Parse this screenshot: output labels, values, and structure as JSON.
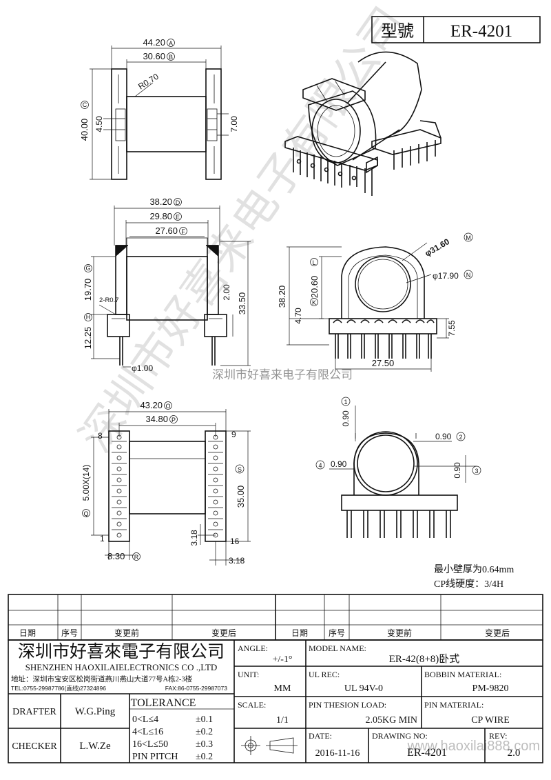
{
  "header": {
    "model_label": "型號",
    "model_value": "ER-4201"
  },
  "dims": {
    "d44": "44.20",
    "d30": "30.60",
    "r070": "R0.70",
    "d40": "40.00",
    "d450": "4.50",
    "d700": "7.00",
    "d38": "38.20",
    "d29": "29.80",
    "d27": "27.60",
    "d19": "19.70",
    "r2": "2-R0.7",
    "d1225": "12.25",
    "d200": "2.00",
    "d3350": "33.50",
    "dia100": "φ1.00",
    "d3820": "38.20",
    "d2060": "20.60",
    "d470": "4.70",
    "dia3160": "φ31.60",
    "dia1790": "φ17.90",
    "d755": "7.55",
    "d2750": "27.50",
    "d4320": "43.20",
    "d3480": "34.80",
    "pitch": "5.00X(14)",
    "d3500": "35.00",
    "d318a": "3.18",
    "d318b": "3.18",
    "d830": "8.30",
    "p8": "8",
    "p9": "9",
    "p1": "1",
    "p16": "16",
    "d090a": "0.90",
    "d090b": "0.90",
    "d090c": "0.90",
    "d090d": "0.90"
  },
  "markers": {
    "A": "A",
    "B": "B",
    "C": "C",
    "D": "D",
    "E": "E",
    "F": "F",
    "G": "G",
    "H": "H",
    "L": "L",
    "K": "K",
    "M": "M",
    "N": "N",
    "O": "O",
    "P": "P",
    "Q": "Q",
    "S": "S",
    "R": "R",
    "c1": "1",
    "c2": "2",
    "c3": "3",
    "c4": "4"
  },
  "watermark": {
    "company": "深圳市好喜来电子有限公司"
  },
  "notes": {
    "min_wall": "最小壁厚为0.64mm",
    "cp_hardness": "CP线硬度：3/4H"
  },
  "revision_table": {
    "headers": [
      "日期",
      "序号",
      "变更前",
      "变更后",
      "日期",
      "序号",
      "变更前",
      "变更后"
    ]
  },
  "titleblock": {
    "company_cn": "深圳市好喜來電子有限公司",
    "company_en": "SHENZHEN HAOXILAIELECTRONICS CO .,LTD",
    "address": "地址：深圳市宝安区松岗街道燕川燕山大道77号A栋2-3楼",
    "tel": "TEL:0755-29987786(直线)27324896",
    "fax": "FAX:86-0755-29987073",
    "drafter_label": "DRAFTER",
    "drafter": "W.G.Ping",
    "checker_label": "CHECKER",
    "checker": "L.W.Ze",
    "tolerance_label": "TOLERANCE",
    "tol1_range": "0<L≤4",
    "tol1_val": "±0.1",
    "tol2_range": "4<L≤16",
    "tol2_val": "±0.2",
    "tol3_range": "16<L≤50",
    "tol3_val": "±0.3",
    "tol4_range": "PIN PITCH",
    "tol4_val": "±0.2",
    "angle_label": "ANGLE:",
    "angle": "+/-1°",
    "unit_label": "UNIT:",
    "unit": "MM",
    "scale_label": "SCALE:",
    "scale": "1/1",
    "model_label": "MODEL NAME:",
    "model": "ER-42(8+8)卧式",
    "ul_label": "UL REC:",
    "ul": "UL 94V-0",
    "bobbin_label": "BOBBIN MATERIAL:",
    "bobbin": "PM-9820",
    "pin_load_label": "PIN THESION LOAD:",
    "pin_load": "2.05KG MIN",
    "pin_mat_label": "PIN MATERIAL:",
    "pin_mat": "CP  WIRE",
    "date_label": "DATE:",
    "date": "2016-11-16",
    "drawing_label": "DRAWING NO:",
    "drawing": "ER-4201",
    "rev_label": "REV:",
    "rev": "2.0",
    "website": "www.haoxilai888.com"
  }
}
